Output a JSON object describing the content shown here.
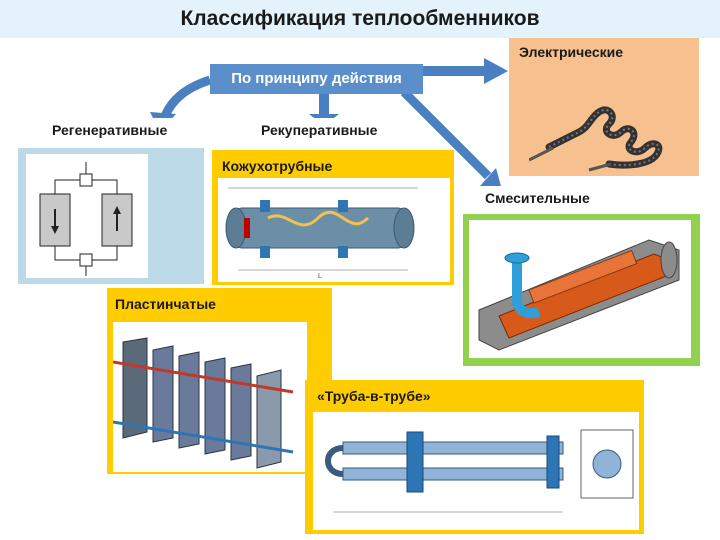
{
  "title": "Классификация теплообменников",
  "principle": "По принципу действия",
  "types": {
    "regenerative": "Регенеративные",
    "recuperative": "Рекуперативные",
    "electric": "Электрические",
    "mixing": "Смесительные",
    "shell_tube": "Кожухотрубные",
    "plate": "Пластинчатые",
    "tube_in_tube": "«Труба-в-трубе»"
  },
  "colors": {
    "title_bg": "#e4f3fb",
    "arrow": "#4a7fc1",
    "arrow_box": "#5b8fcc",
    "regenerative_bg": "#bcd9e8",
    "recuperative_bg": "#ffcc00",
    "electric_bg": "#f7c08f",
    "mixing_bg": "#92d050",
    "label_box": "#ffffff"
  }
}
